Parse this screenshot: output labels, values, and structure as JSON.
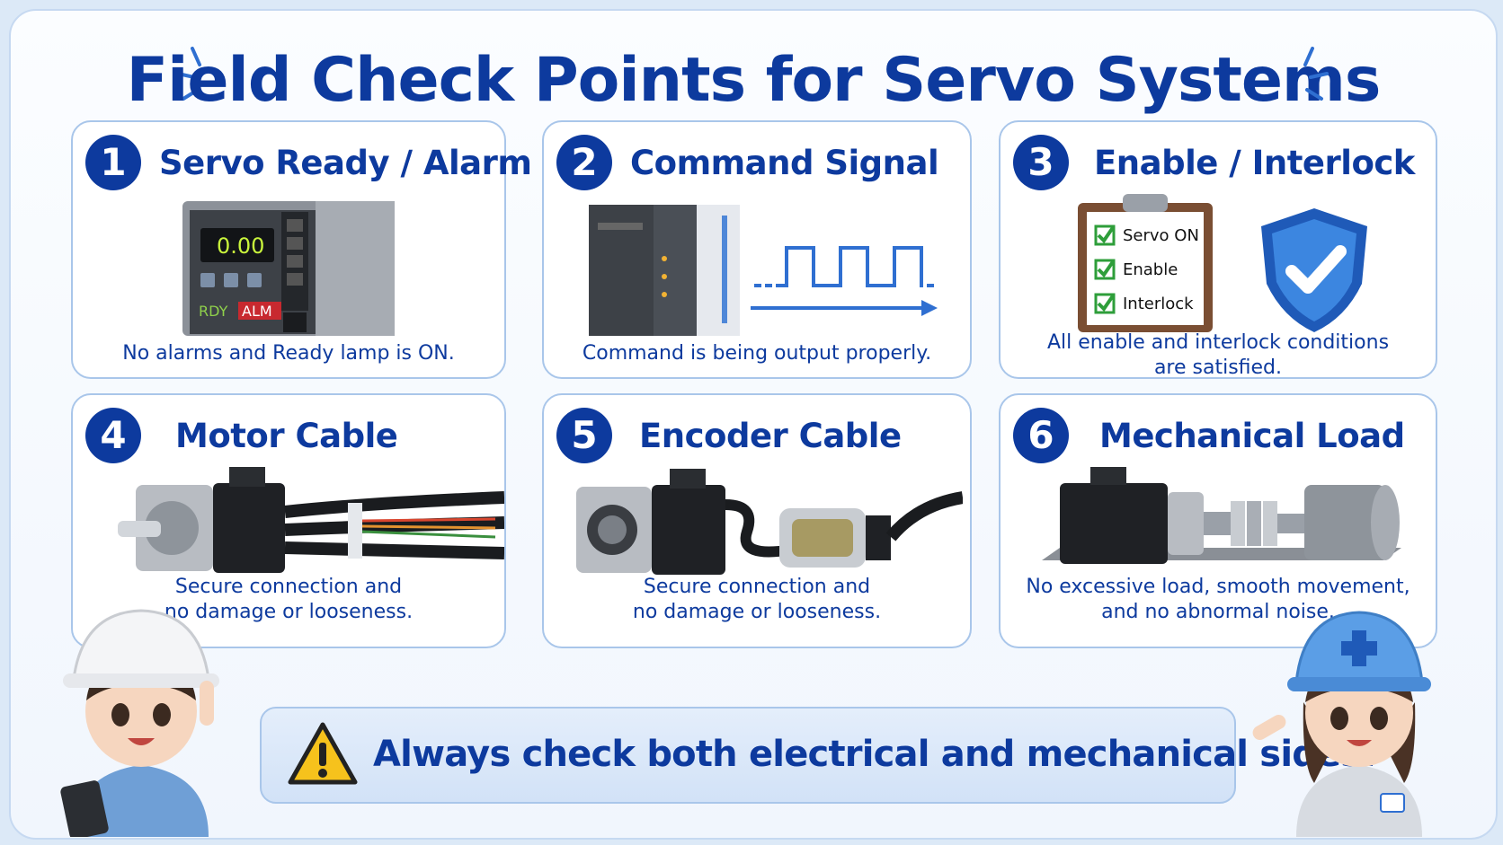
{
  "title": "Field Check Points for Servo Systems",
  "cards": [
    {
      "number": "1",
      "title": "Servo Ready / Alarm",
      "caption": [
        "No alarms and Ready lamp is ON."
      ],
      "display": "0.00",
      "lamp_rdy": "RDY",
      "lamp_alm": "ALM"
    },
    {
      "number": "2",
      "title": "Command Signal",
      "caption": [
        "Command is being output properly."
      ]
    },
    {
      "number": "3",
      "title": "Enable / Interlock",
      "caption": [
        "All enable and interlock conditions",
        "are satisfied."
      ],
      "checklist": [
        "Servo ON",
        "Enable",
        "Interlock"
      ]
    },
    {
      "number": "4",
      "title": "Motor Cable",
      "caption": [
        "Secure connection and",
        "no damage or looseness."
      ]
    },
    {
      "number": "5",
      "title": "Encoder Cable",
      "caption": [
        "Secure connection and",
        "no damage or looseness."
      ]
    },
    {
      "number": "6",
      "title": "Mechanical Load",
      "caption": [
        "No excessive load, smooth movement,",
        "and no abnormal noise."
      ]
    }
  ],
  "banner": {
    "text": "Always check both electrical and mechanical sides!"
  },
  "colors": {
    "primary": "#0d3a9e",
    "accent": "#2f6fd1",
    "warning": "#f6c21c",
    "check": "#2e9e3a"
  }
}
